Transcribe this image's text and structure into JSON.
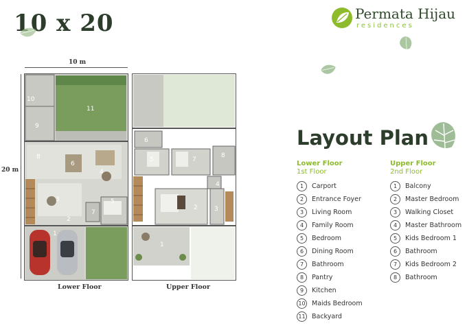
{
  "size_title": "10 x 20",
  "brand": {
    "name": "Permata Hijau",
    "sub": "residences"
  },
  "heading": "Layout Plan",
  "dimensions": {
    "width": "10 m",
    "depth": "20 m"
  },
  "lower_floor": {
    "title": "Lower Floor",
    "subtitle": "1st Floor",
    "caption": "Lower Floor",
    "rooms": [
      {
        "n": "1",
        "label": "Carport"
      },
      {
        "n": "2",
        "label": "Entrance Foyer"
      },
      {
        "n": "3",
        "label": "Living Room"
      },
      {
        "n": "4",
        "label": "Family Room"
      },
      {
        "n": "5",
        "label": "Bedroom"
      },
      {
        "n": "6",
        "label": "Dining Room"
      },
      {
        "n": "7",
        "label": "Bathroom"
      },
      {
        "n": "8",
        "label": "Pantry"
      },
      {
        "n": "9",
        "label": "Kitchen"
      },
      {
        "n": "10",
        "label": "Maids Bedroom"
      },
      {
        "n": "11",
        "label": "Backyard"
      }
    ]
  },
  "upper_floor": {
    "title": "Upper Floor",
    "subtitle": "2nd Floor",
    "caption": "Upper Floor",
    "rooms": [
      {
        "n": "1",
        "label": "Balcony"
      },
      {
        "n": "2",
        "label": "Master Bedroom"
      },
      {
        "n": "3",
        "label": "Walking Closet"
      },
      {
        "n": "4",
        "label": "Master Bathroom"
      },
      {
        "n": "5",
        "label": "Kids Bedroom 1"
      },
      {
        "n": "6",
        "label": "Bathroom"
      },
      {
        "n": "7",
        "label": "Kids Bedroom 2"
      },
      {
        "n": "8",
        "label": "Bathroom"
      }
    ]
  },
  "plan_numbers": {
    "lower": [
      "1",
      "2",
      "3",
      "4",
      "5",
      "6",
      "7",
      "8",
      "9",
      "10",
      "11"
    ],
    "upper": [
      "1",
      "2",
      "3",
      "4",
      "5",
      "6",
      "7",
      "8"
    ]
  },
  "colors": {
    "accent": "#8dbb2c",
    "heading": "#2d3d2c",
    "wall": "#5a5a5a",
    "floor": "#d7d7d2",
    "lawn": "#7a9c5c",
    "car_red": "#b8332b",
    "car_silver": "#b9bcc0"
  },
  "icons": [
    "monstera-leaf-icon",
    "brand-leaf-icon"
  ]
}
